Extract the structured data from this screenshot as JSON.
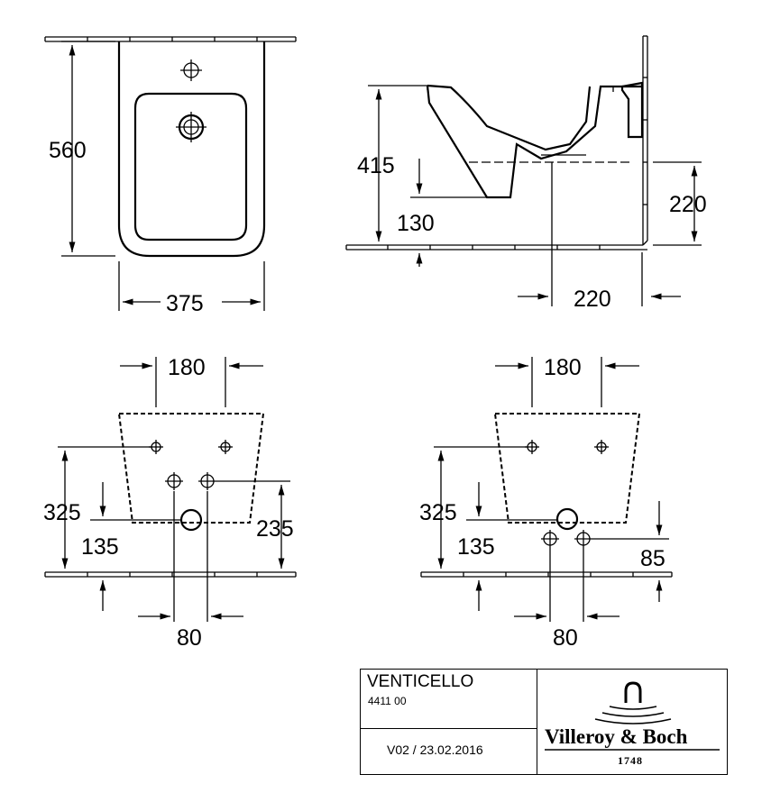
{
  "title_block": {
    "product_name": "VENTICELLO",
    "article_number": "4411 00",
    "version": "V02 / 23.02.2016"
  },
  "brand": {
    "name": "Villeroy & Boch",
    "year": "1748",
    "logo_icon": "faucet-logo-icon"
  },
  "views": {
    "top": {
      "height": "560",
      "width": "375"
    },
    "side": {
      "height_total": "415",
      "height_floor": "130",
      "outlet_height": "220",
      "outlet_depth": "220"
    },
    "rear_left": {
      "spacing_top": "180",
      "height_upper": "325",
      "height_lower": "135",
      "height_outlet": "235",
      "spacing_bottom": "80"
    },
    "rear_right": {
      "spacing_top": "180",
      "height_upper": "325",
      "height_lower": "135",
      "height_side": "85",
      "spacing_bottom": "80"
    }
  }
}
